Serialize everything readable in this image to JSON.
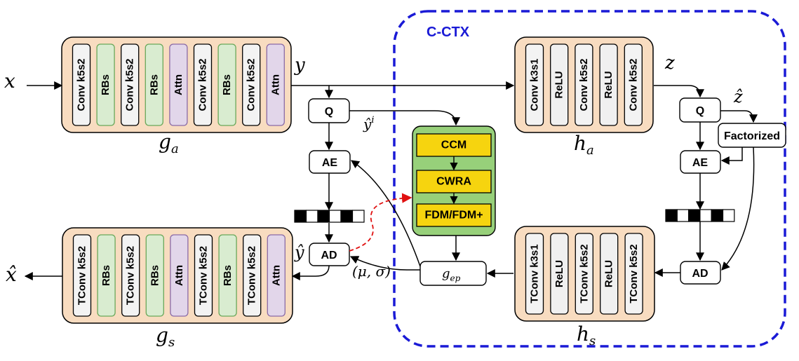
{
  "context_label": "C-CTX",
  "colors": {
    "boundary": "#1a1ad6",
    "group_fill": "#f8dcc0",
    "conv_fill": "#f3f3f3",
    "res_fill": "#d9ecd0",
    "attn_fill": "#e2d6ea",
    "relu_fill": "#f0f0f0",
    "module_fill": "#f6d40f",
    "module_panel": "#97d07a",
    "signal_arrow": "#e01010"
  },
  "groups": {
    "ga": {
      "name": "g_a",
      "layers": [
        "Conv k5s2",
        "RBs",
        "Conv k5s2",
        "RBs",
        "Attn",
        "Conv k5s2",
        "RBs",
        "Conv k5s2",
        "Attn"
      ]
    },
    "gs": {
      "name": "g_s",
      "layers": [
        "TConv k5s2",
        "RBs",
        "TConv k5s2",
        "RBs",
        "Attn",
        "TConv k5s2",
        "RBs",
        "TConv k5s2",
        "Attn"
      ]
    },
    "ha": {
      "name": "h_a",
      "layers": [
        "Conv k3s1",
        "ReLU",
        "Conv k5s2",
        "ReLU",
        "Conv k5s2"
      ]
    },
    "hs": {
      "name": "h_s",
      "layers": [
        "TConv k3s1",
        "ReLU",
        "TConv k5s2",
        "ReLU",
        "TConv k5s2"
      ]
    }
  },
  "nodes": {
    "q_left": "Q",
    "ae_left": "AE",
    "ad_left": "AD",
    "q_right": "Q",
    "factorized": "Factorized",
    "ae_right": "AE",
    "ad_right": "AD",
    "gep": "g_ep"
  },
  "modules": [
    "CCM",
    "CWRA",
    "FDM/FDM+"
  ],
  "symbols": {
    "x": "x",
    "x_hat": "x̂",
    "y": "y",
    "y_hat": "ŷ",
    "y_hat_i": "ŷ",
    "y_hat_i_sup": "i",
    "z": "z",
    "z_hat": "ẑ",
    "mu_sigma": "(μ, σ)"
  }
}
